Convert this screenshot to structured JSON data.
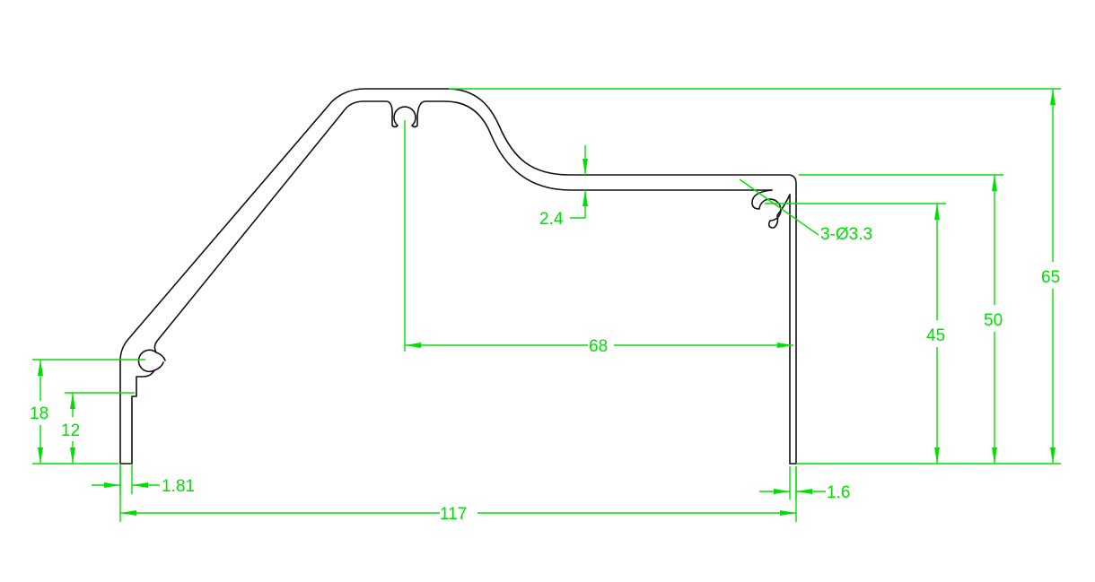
{
  "colors": {
    "background": "#ffffff",
    "profile": "#111111",
    "dimension": "#00e000"
  },
  "dimensions": {
    "d_117": "117",
    "d_68": "68",
    "d_65": "65",
    "d_50": "50",
    "d_45": "45",
    "d_18": "18",
    "d_12": "12",
    "d_181": "1.81",
    "d_16": "1.6",
    "d_24": "2.4",
    "hole_callout": "3-Ø3.3"
  }
}
